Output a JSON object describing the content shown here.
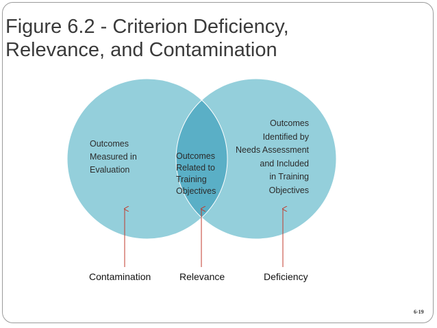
{
  "title": {
    "line1": "Figure 6.2 - Criterion Deficiency,",
    "line2": "Relevance, and Contamination"
  },
  "colors": {
    "left_circle": "#94cfdb",
    "right_circle": "#94cfdb",
    "overlap": "#5aafc6",
    "arrow": "#c0392b",
    "frame": "#9a9a9a"
  },
  "diagram": {
    "left_circle_label": [
      "Outcomes",
      "Measured in",
      "Evaluation"
    ],
    "overlap_label": [
      "Outcomes",
      "Related to",
      "Training",
      "Objectives"
    ],
    "right_circle_label": [
      "Outcomes",
      "Identified by",
      "Needs Assessment",
      "and Included",
      "in Training",
      "Objectives"
    ],
    "arrows": [
      {
        "label": "Contamination",
        "points_to": "left_circle"
      },
      {
        "label": "Relevance",
        "points_to": "overlap"
      },
      {
        "label": "Deficiency",
        "points_to": "right_circle"
      }
    ]
  },
  "page_number": "6-19"
}
